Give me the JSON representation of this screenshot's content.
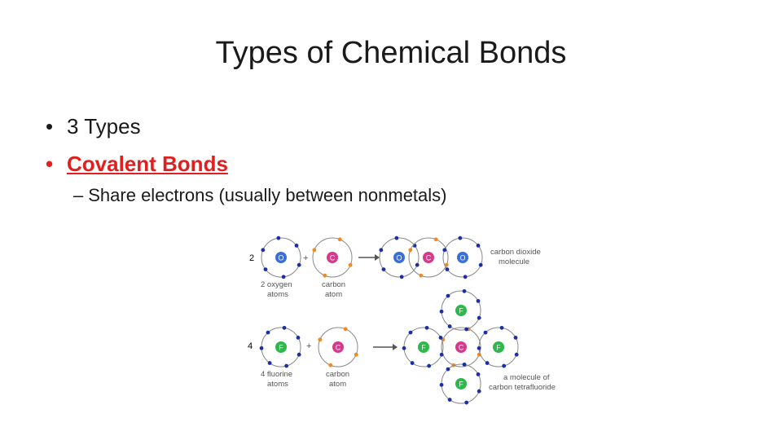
{
  "slide": {
    "title": "Types of Chemical Bonds",
    "bullets": [
      {
        "text": "3 Types"
      },
      {
        "text": "Covalent Bonds"
      }
    ],
    "sub_bullet": "Share electrons (usually between nonmetals)",
    "bullet_glyph": "•",
    "dash_glyph": "–"
  },
  "diagram": {
    "row1": {
      "count": "2",
      "plus": "+",
      "left_atom": "O",
      "left_caption": [
        "2 oxygen",
        "atoms"
      ],
      "right_atom": "C",
      "right_caption": [
        "carbon",
        "atom"
      ],
      "product_atoms": [
        "O",
        "C",
        "O"
      ],
      "product_caption": [
        "carbon dioxide",
        "molecule"
      ]
    },
    "row2": {
      "count": "4",
      "plus": "+",
      "left_atom": "F",
      "left_caption": [
        "4 fluorine",
        "atoms"
      ],
      "right_atom": "C",
      "right_caption": [
        "carbon",
        "atom"
      ],
      "product_center": "C",
      "product_outer": [
        "F",
        "F",
        "F",
        "F"
      ],
      "product_caption": [
        "a molecule of",
        "carbon tetrafluoride"
      ]
    },
    "colors": {
      "oxygen": "#3a6fd6",
      "carbon": "#d8388a",
      "fluorine": "#2fb84a",
      "electron_blue": "#1a2ea8",
      "electron_orange": "#f08a20",
      "orbit": "#888888"
    }
  }
}
